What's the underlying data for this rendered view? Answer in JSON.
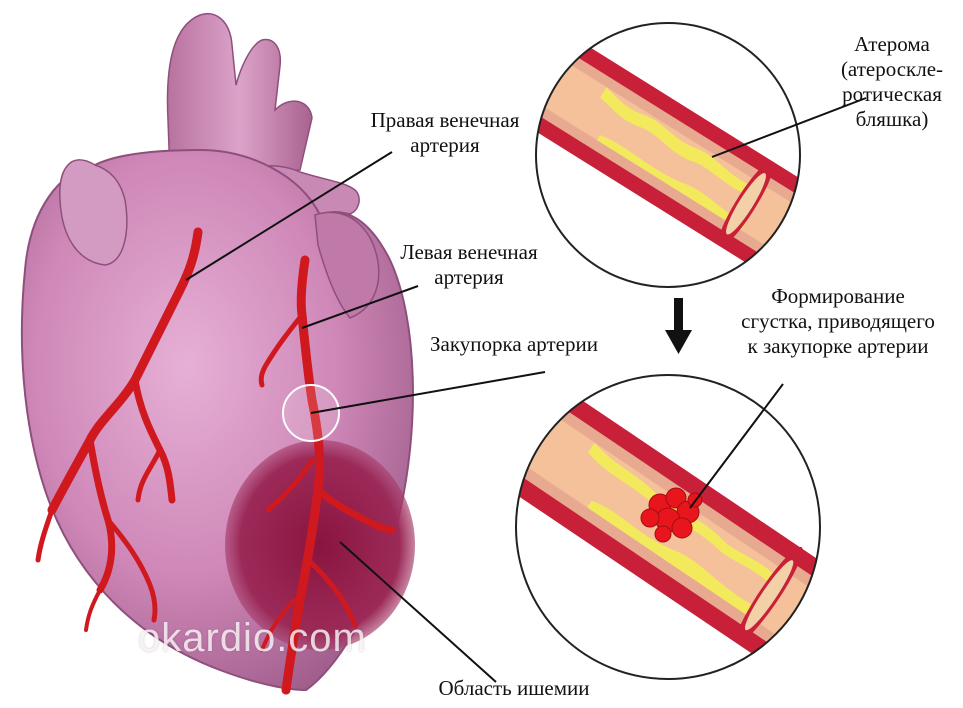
{
  "labels": {
    "right_coronary_l1": "Правая венечная",
    "right_coronary_l2": "артерия",
    "left_coronary_l1": "Левая венечная",
    "left_coronary_l2": "артерия",
    "blockage": "Закупорка артерии",
    "ischemia_area": "Область ишемии",
    "atheroma_l1": "Атерома",
    "atheroma_l2": "(атероскле-",
    "atheroma_l3": "ротическая",
    "atheroma_l4": "бляшка)",
    "clot_l1": "Формирование",
    "clot_l2": "сгустка, приводящего",
    "clot_l3": "к закупорке артерии"
  },
  "watermark": "okardio.com",
  "colors": {
    "heart_base": "#cf88b8",
    "heart_shadow": "#a25e8c",
    "artery": "#d0191e",
    "ischemia": "#8e1a45",
    "plaque": "#f2ea5c",
    "vessel_wall": "#c82038",
    "vessel_lumen": "#f4c19a",
    "clot": "#e8151c"
  }
}
